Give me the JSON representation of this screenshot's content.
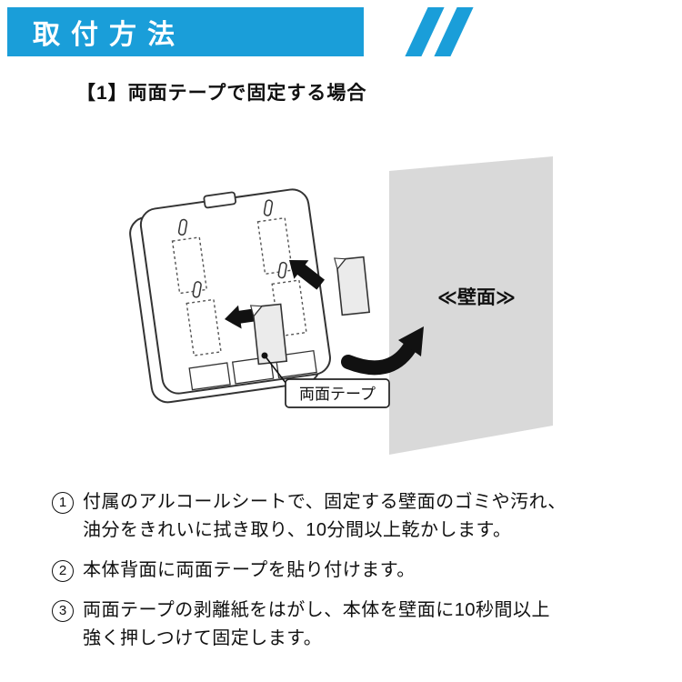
{
  "page": {
    "header": {
      "title": "取付方法"
    },
    "section_title": "【1】両面テープで固定する場合",
    "diagram": {
      "wall_label": "≪壁面≫",
      "tape_label": "両面テープ"
    },
    "instructions": [
      {
        "num": "1",
        "lines": [
          "付属のアルコールシートで、固定する壁面のゴミや汚れ、",
          "油分をきれいに拭き取り、10分間以上乾かします。"
        ]
      },
      {
        "num": "2",
        "lines": [
          "本体背面に両面テープを貼り付けます。"
        ]
      },
      {
        "num": "3",
        "lines": [
          "両面テープの剥離紙をはがし、本体を壁面に10秒間以上",
          "強く押しつけて固定します。"
        ]
      }
    ],
    "colors": {
      "accent_blue": "#1a9ed9",
      "wall_gray": "#d9d9d9"
    }
  }
}
